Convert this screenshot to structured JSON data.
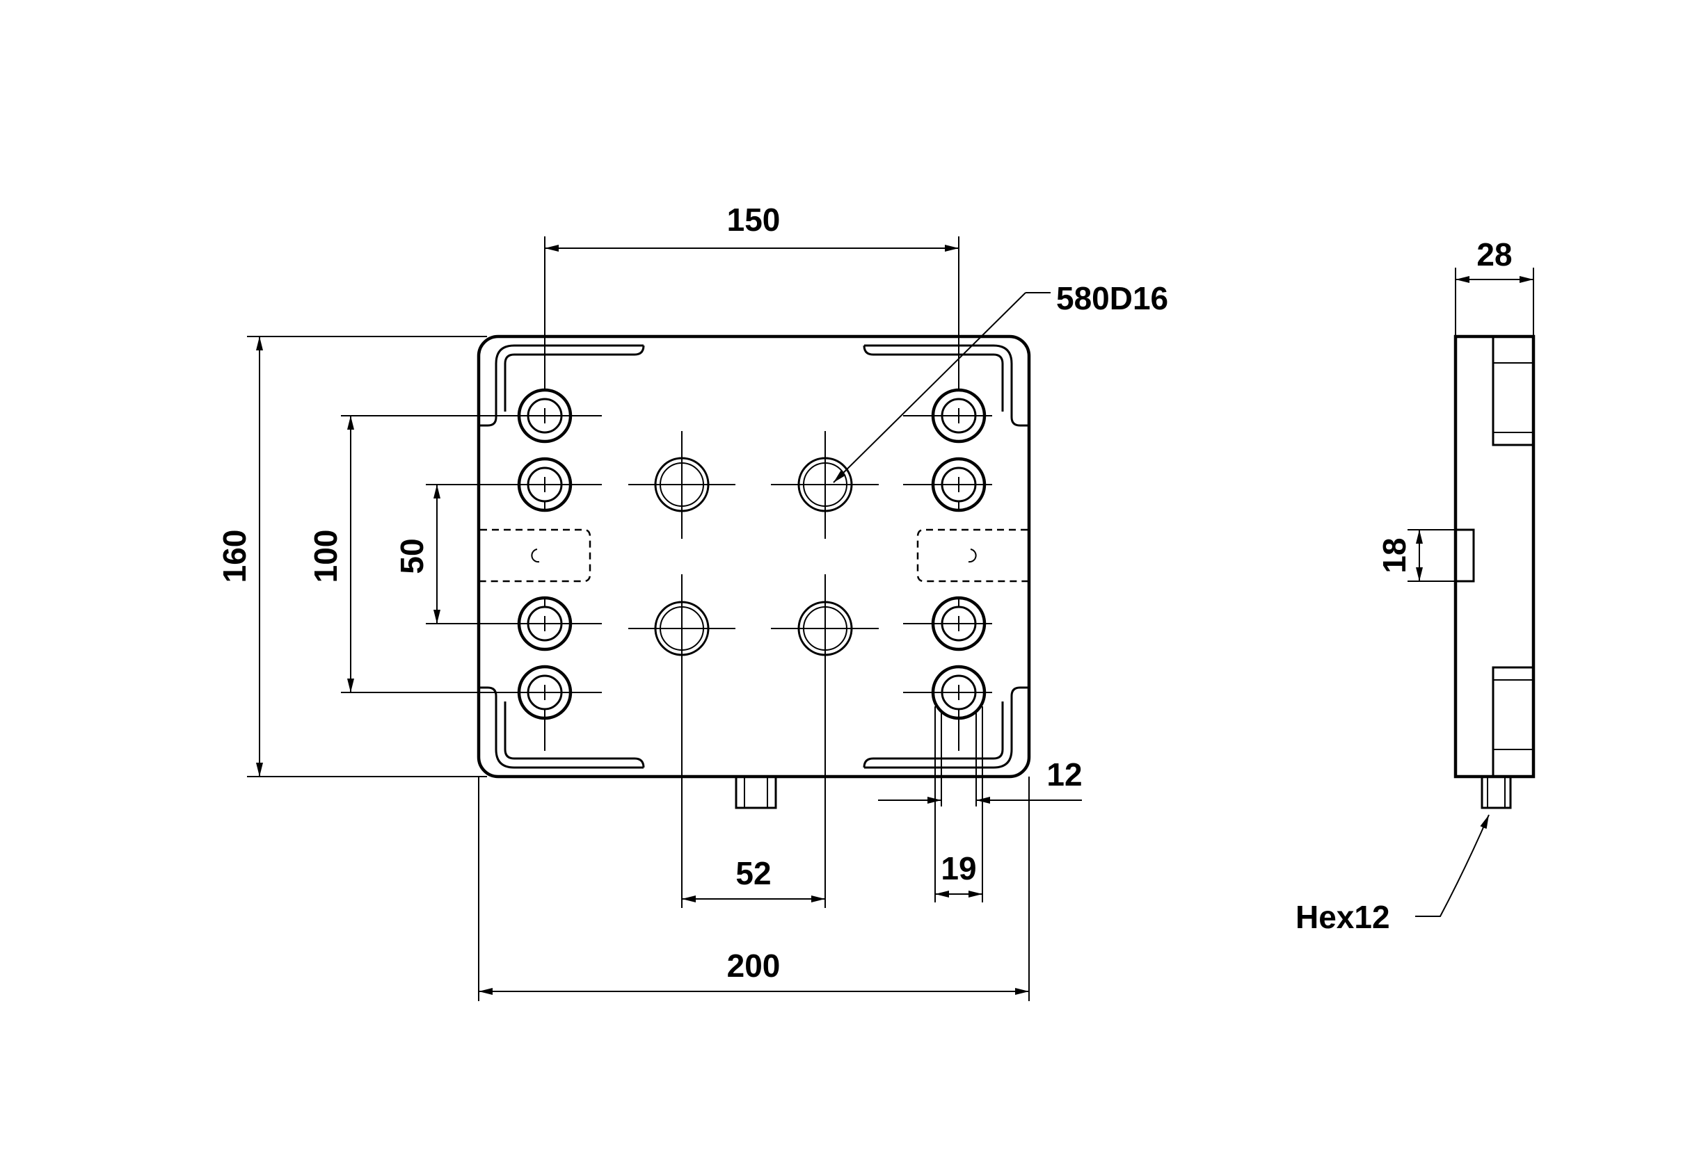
{
  "drawing": {
    "dimensions": {
      "top_width": "150",
      "part_number": "580D16",
      "overall_height": "160",
      "hole_pitch_outer": "100",
      "hole_pitch_inner": "50",
      "edge_offset": "12",
      "hole_spacing_center": "52",
      "counterbore_dia": "19",
      "overall_width": "200",
      "side_thickness": "28",
      "slot_width": "18",
      "drive": "Hex12"
    }
  }
}
